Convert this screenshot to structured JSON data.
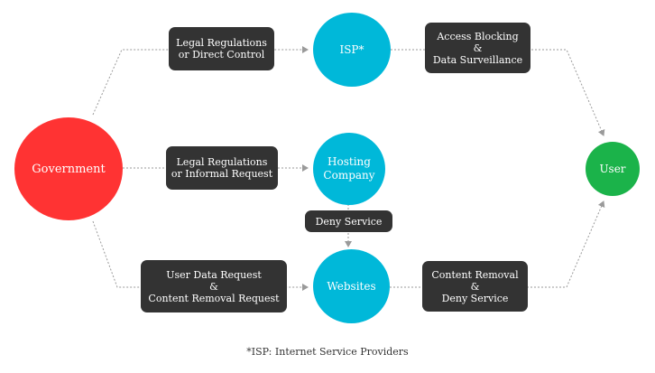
{
  "colors": {
    "government": "#ff3333",
    "isp": "#00b8d9",
    "hosting": "#00b8d9",
    "websites": "#00b8d9",
    "user": "#1bb34a",
    "box": "#333333",
    "connector": "#9a9a9a"
  },
  "nodes": {
    "government": "Government",
    "isp": "ISP*",
    "hosting": "Hosting\nCompany",
    "websites": "Websites",
    "user": "User"
  },
  "labels": {
    "gov_to_isp": "Legal Regulations\nor Direct Control",
    "isp_to_user": "Access Blocking\n&\nData Surveillance",
    "gov_to_hosting": "Legal Regulations\nor Informal Request",
    "hosting_to_websites": "Deny Service",
    "gov_to_websites": "User Data Request\n&\nContent Removal Request",
    "websites_to_user": "Content Removal\n&\nDeny Service"
  },
  "footnote": "*ISP: Internet Service Providers"
}
